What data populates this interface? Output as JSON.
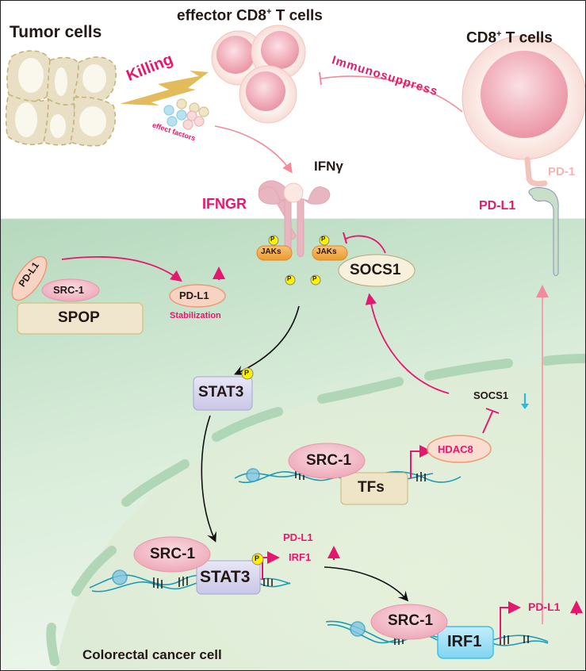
{
  "title_labels": {
    "tumor_cells": "Tumor cells",
    "effector_cd8": "effector CD8",
    "effector_cd8_sup": "+",
    "effector_cd8_suffix": " T cells",
    "cd8_t_cells": "CD8",
    "cd8_sup": "+",
    "cd8_suffix": " T cells",
    "killing": "Killing",
    "effect_factors": "effect factors",
    "immunosuppress": "Immunosuppress",
    "ifng": "IFNγ",
    "ifngr": "IFNGR",
    "pd1": "PD-1",
    "pdl1_membrane": "PD-L1",
    "cell_label": "Colorectal cancer cell"
  },
  "cytoplasm": {
    "jaks_left": "JAKs",
    "jaks_right": "JAKs",
    "phospho": "P",
    "socs1": "SOCS1",
    "pdl1_complex": "PD-L1",
    "src1_complex": "SRC-1",
    "spop": "SPOP",
    "pdl1_stabilized": "PD-L1",
    "stabilization": "Stabilization",
    "stat3": "STAT3"
  },
  "nucleus": {
    "src1_tf": "SRC-1",
    "tfs": "TFs",
    "hdac8": "HDAC8",
    "socs1_down": "SOCS1",
    "src1_stat3": "SRC-1",
    "stat3_bound": "STAT3",
    "target_pdl1": "PD-L1",
    "target_irf1": "IRF1",
    "src1_irf1": "SRC-1",
    "irf1_bound": "IRF1",
    "target_pdl1_2": "PD-L1"
  },
  "colors": {
    "magenta": "#e4186f",
    "up_arrow_red": "#e60012",
    "down_arrow_blue": "#29b6e8",
    "cytoplasm_green": "#b9dbc0",
    "jaks_orange": "#f2a33a",
    "phospho_yellow": "#fff100",
    "stat3_lavender": "#d9d8ef",
    "irf1_cyan": "#9fe0f6",
    "src1_pink": "#f2bfcb",
    "tfs_beige": "#eee4c8"
  }
}
